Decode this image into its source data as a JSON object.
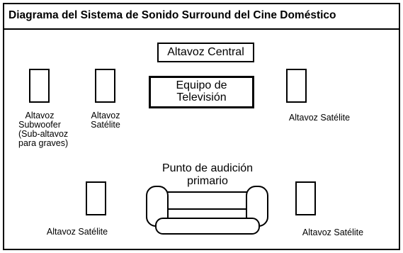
{
  "title": "Diagrama del Sistema de Sonido Surround del Cine Doméstico",
  "center_speaker": "Altavoz Central",
  "tv": {
    "line1": "Equipo de",
    "line2": "Televisión"
  },
  "subwoofer": {
    "line1": "Altavoz",
    "line2": "Subwoofer",
    "line3": "(Sub-altavoz",
    "line4": "para graves)"
  },
  "front_left_satellite": {
    "line1": "Altavoz",
    "line2": "Satélite"
  },
  "front_right_satellite": "Altavoz Satélite",
  "listening_point": {
    "line1": "Punto de audición",
    "line2": "primario"
  },
  "rear_left_satellite": "Altavoz Satélite",
  "rear_right_satellite": "Altavoz Satélite"
}
